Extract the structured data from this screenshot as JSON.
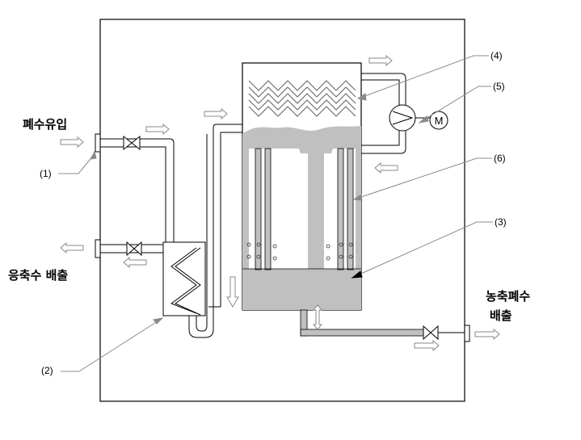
{
  "labels": {
    "waste_inflow": "폐수유입",
    "condensate_discharge": "응축수 배출",
    "concentrate_discharge_line1": "농축폐수",
    "concentrate_discharge_line2": "배출",
    "motor": "M"
  },
  "callouts": {
    "c1": "(1)",
    "c2": "(2)",
    "c3": "(3)",
    "c4": "(4)",
    "c5": "(5)",
    "c6": "(6)"
  },
  "colors": {
    "liquid": "#c0c0c0",
    "line": "#000000",
    "arrow_fill": "#ffffff",
    "arrow_stroke": "#8a8a8a",
    "leader": "#8a8a8a"
  }
}
